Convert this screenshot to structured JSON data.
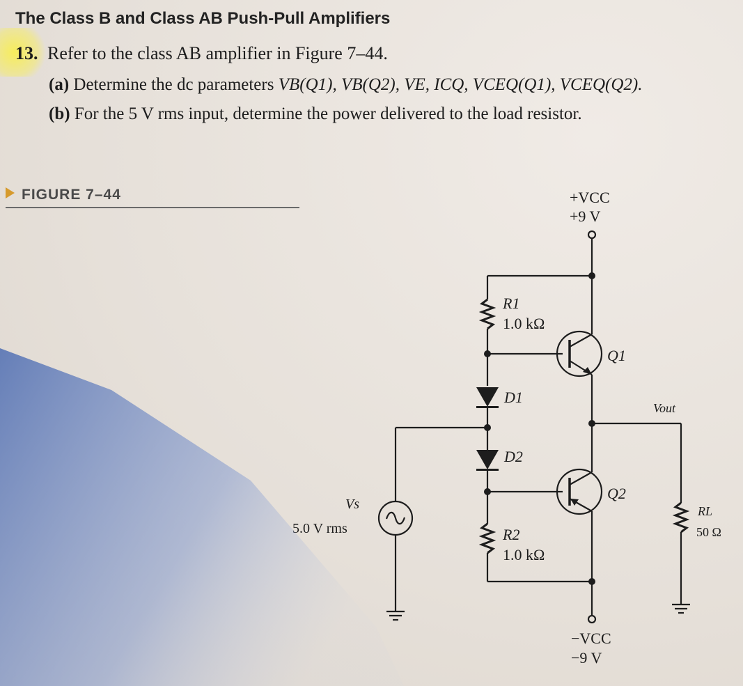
{
  "heading": "The Class B and Class AB Push-Pull Amplifiers",
  "problem": {
    "number": "13.",
    "text": "Refer to the class AB amplifier in Figure 7–44.",
    "part_a_label": "(a)",
    "part_a_text": "Determine the dc parameters",
    "part_a_vars": "VB(Q1), VB(Q2), VE, ICQ, VCEQ(Q1), VCEQ(Q2).",
    "part_b_label": "(b)",
    "part_b_text": "For the 5 V rms input, determine the power delivered to the load resistor."
  },
  "figure": {
    "label": "FIGURE 7–44",
    "vcc_pos": "+VCC",
    "vcc_pos_value": "+9 V",
    "vcc_neg": "−VCC",
    "vcc_neg_value": "−9 V",
    "r1_name": "R1",
    "r1_value": "1.0 kΩ",
    "r2_name": "R2",
    "r2_value": "1.0 kΩ",
    "d1_name": "D1",
    "d2_name": "D2",
    "q1_name": "Q1",
    "q2_name": "Q2",
    "vs_name": "Vs",
    "vs_value": "5.0 V rms",
    "vout_name": "Vout",
    "rl_name": "RL",
    "rl_value": "50 Ω"
  },
  "colors": {
    "paper": "#e9e3dc",
    "ink": "#1d1d1d",
    "highlight": "#f5ea3c",
    "figure_arrow": "#d69a2c"
  }
}
